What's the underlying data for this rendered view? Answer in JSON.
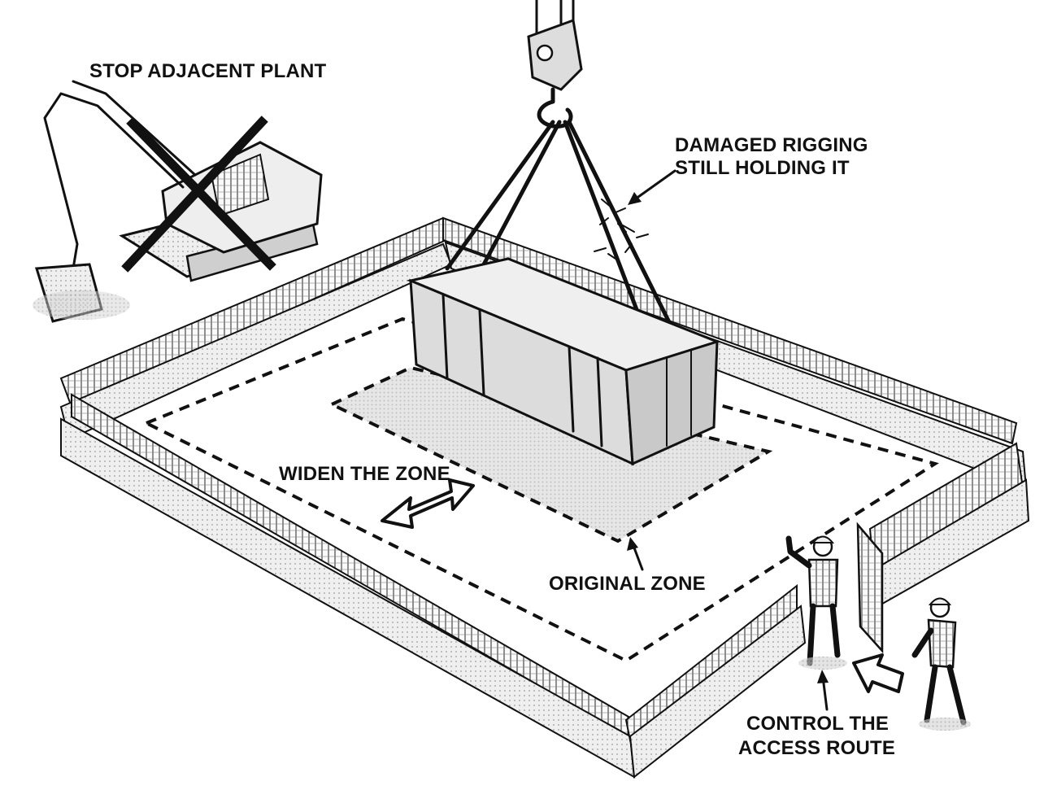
{
  "labels": {
    "stop_plant": "STOP ADJACENT PLANT",
    "rigging_line1": "DAMAGED RIGGING",
    "rigging_line2": "STILL HOLDING IT",
    "widen_zone": "WIDEN THE ZONE",
    "original_zone": "ORIGINAL ZONE",
    "access_line1": "CONTROL THE",
    "access_line2": "ACCESS ROUTE"
  },
  "icons": {
    "stop": "x-mark-icon",
    "arrows": [
      "double-arrow-icon",
      "pointer-arrow-icon",
      "access-arrow-icon"
    ]
  },
  "colors": {
    "ink": "#111111",
    "background": "#ffffff",
    "zone_fill": "#b8b8b8",
    "barrier": "#e9e9e9",
    "load": "#dcdcdc"
  }
}
